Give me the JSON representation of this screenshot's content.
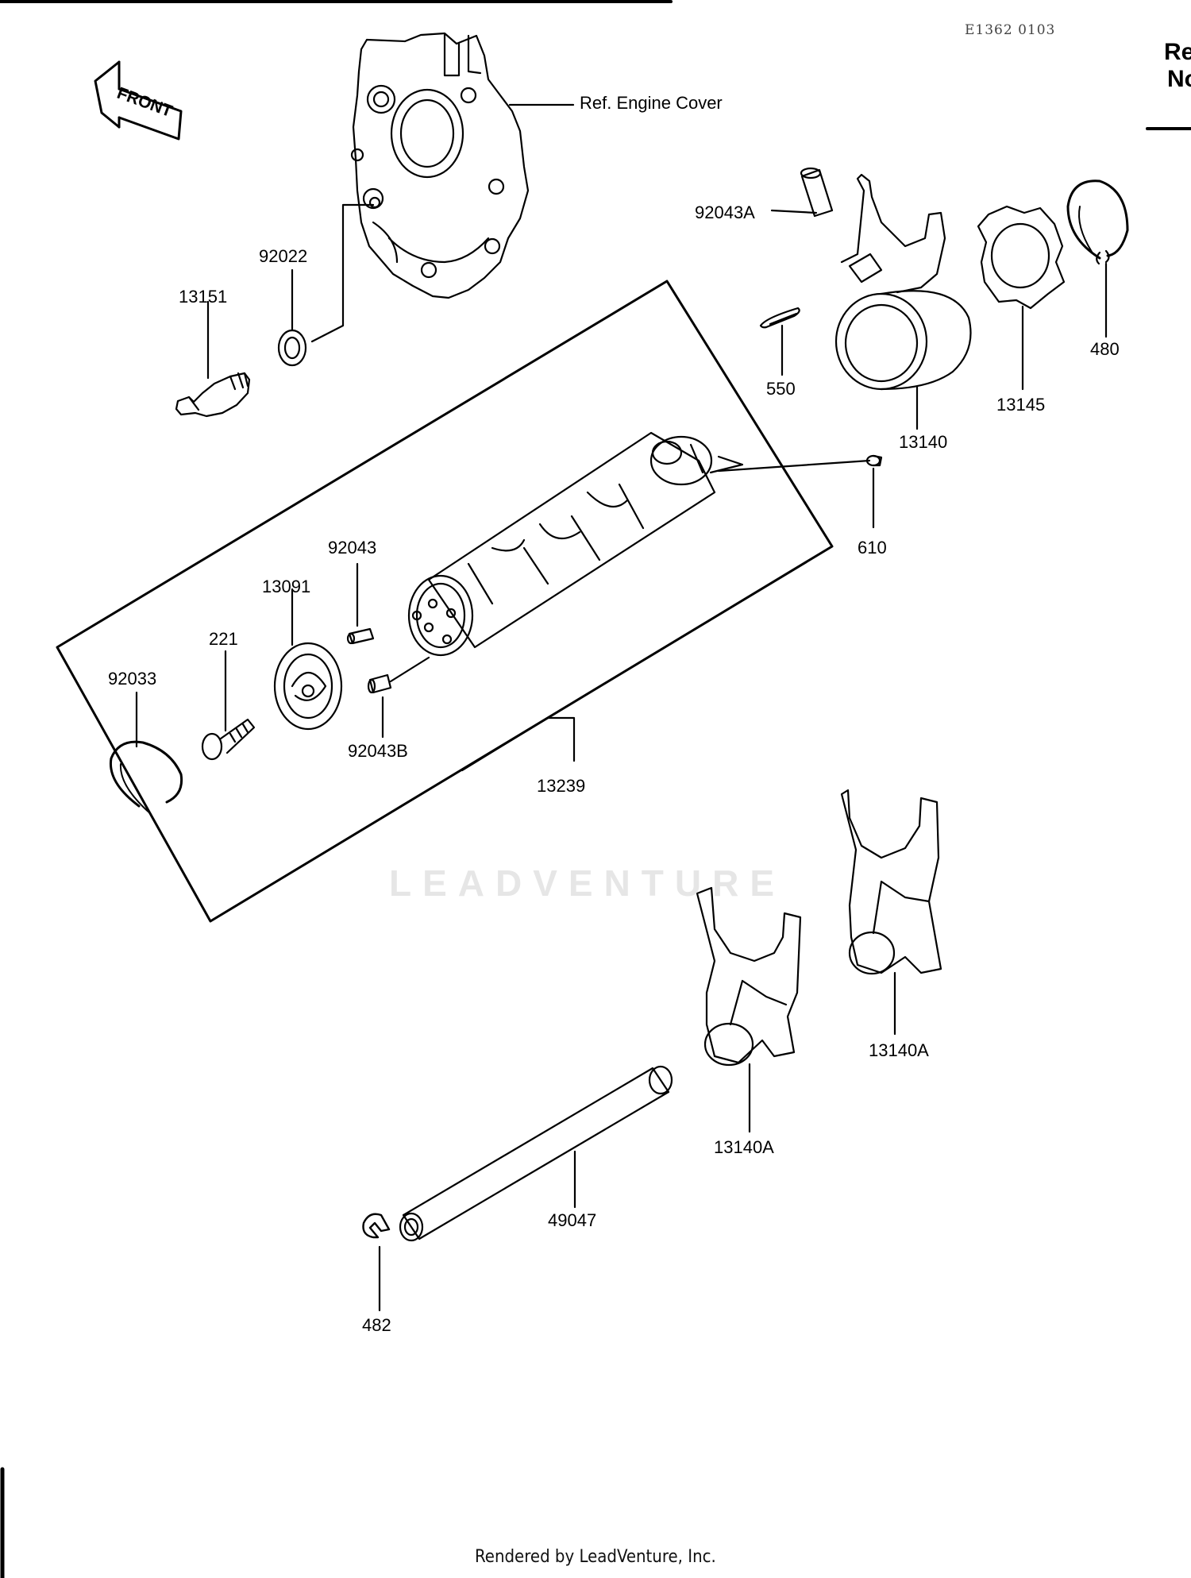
{
  "header": {
    "diagram_code": "E1362 0103",
    "corner_top": "Re",
    "corner_bottom": "No"
  },
  "callouts": {
    "ref_engine_cover": "Ref. Engine Cover",
    "p92043A": "92043A",
    "p92022": "92022",
    "p13151": "13151",
    "p550": "550",
    "p480": "480",
    "p13145": "13145",
    "p13140": "13140",
    "p610": "610",
    "p92043": "92043",
    "p13091": "13091",
    "p221": "221",
    "p92033": "92033",
    "p92043B": "92043B",
    "p13239": "13239",
    "p13140A_right": "13140A",
    "p13140A_left": "13140A",
    "p49047": "49047",
    "p482": "482"
  },
  "front_arrow_label": "FRONT",
  "watermark": "LEADVENTURE",
  "footer": "Rendered by LeadVenture, Inc."
}
